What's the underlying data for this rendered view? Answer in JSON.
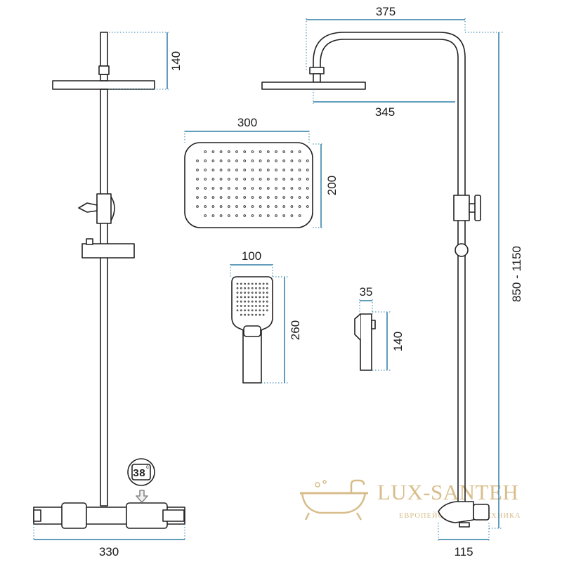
{
  "colors": {
    "line": "#222222",
    "dimension": "#2e7ea5",
    "watermark": "#d2b277"
  },
  "icons": {
    "head_dots": "nozzle-dot-icon",
    "bathtub": "bathtub-logo-icon",
    "arrow": "down-arrow-icon"
  },
  "dimensions": {
    "overhead_pipe_height": "140",
    "arm_width": "375",
    "head_offset": "345",
    "head_width": "300",
    "head_depth": "200",
    "hand_width": "100",
    "hand_length": "260",
    "holder_width": "35",
    "holder_height": "140",
    "column_height": "850 - 1150",
    "thermostat_width": "330",
    "outlet_depth": "115"
  },
  "thermostat_display": {
    "value": "38",
    "unit": "c"
  },
  "watermark": {
    "brand": "LUX-SANTEH",
    "tagline": "ЕВРОПЕЙСКАЯ САНТЕХНИКА"
  }
}
